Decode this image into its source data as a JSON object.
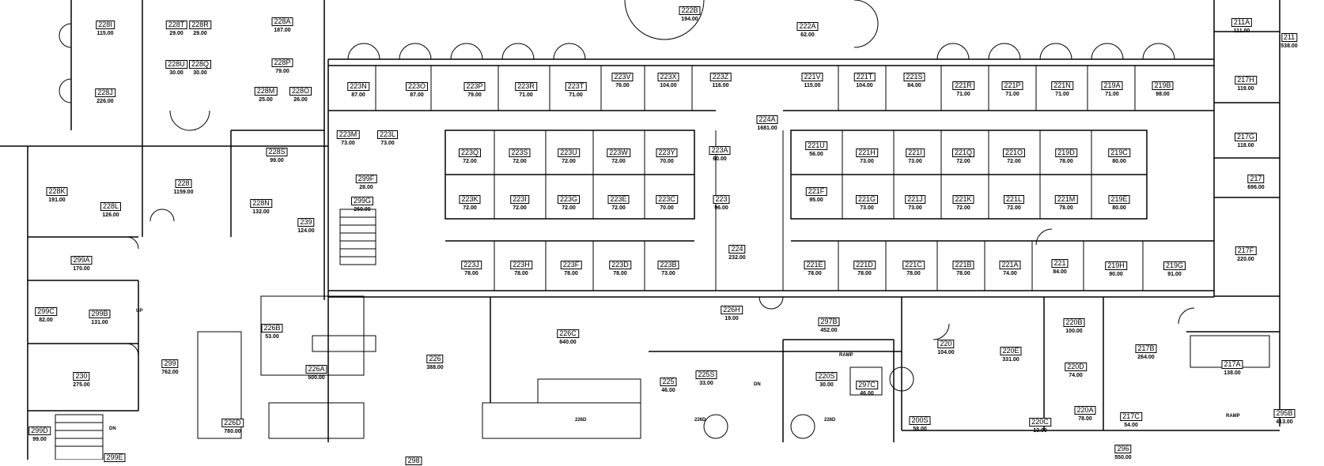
{
  "rooms": [
    {
      "id": "228I",
      "area": "115.00"
    },
    {
      "id": "228T",
      "area": "29.00"
    },
    {
      "id": "228R",
      "area": "29.00"
    },
    {
      "id": "228U",
      "area": "30.00"
    },
    {
      "id": "228Q",
      "area": "30.00"
    },
    {
      "id": "228A",
      "area": "187.00"
    },
    {
      "id": "228P",
      "area": "79.00"
    },
    {
      "id": "228J",
      "area": "226.00"
    },
    {
      "id": "228M",
      "area": "25.00"
    },
    {
      "id": "228O",
      "area": "26.00"
    },
    {
      "id": "228S",
      "area": "99.00"
    },
    {
      "id": "228K",
      "area": "191.00"
    },
    {
      "id": "228L",
      "area": "126.00"
    },
    {
      "id": "228",
      "area": "1159.00"
    },
    {
      "id": "228N",
      "area": "132.00"
    },
    {
      "id": "239",
      "area": "124.00"
    },
    {
      "id": "299F",
      "area": "28.00"
    },
    {
      "id": "299G",
      "area": "260.00"
    },
    {
      "id": "299A",
      "area": "170.00"
    },
    {
      "id": "299C",
      "area": "82.00"
    },
    {
      "id": "299B",
      "area": "131.00"
    },
    {
      "id": "299",
      "area": "762.00"
    },
    {
      "id": "230",
      "area": "275.00"
    },
    {
      "id": "299D",
      "area": "99.00"
    },
    {
      "id": "299E",
      "area": ""
    },
    {
      "id": "226D",
      "area": "780.00"
    },
    {
      "id": "226B",
      "area": "53.00"
    },
    {
      "id": "226A",
      "area": "500.00"
    },
    {
      "id": "226",
      "area": "388.00"
    },
    {
      "id": "226C",
      "area": "640.00"
    },
    {
      "id": "298",
      "area": ""
    },
    {
      "id": "225",
      "area": "46.00"
    },
    {
      "id": "225S",
      "area": "33.00"
    },
    {
      "id": "226H",
      "area": "19.00"
    },
    {
      "id": "222B",
      "area": "194.00"
    },
    {
      "id": "222A",
      "area": "62.00"
    },
    {
      "id": "223N",
      "area": "87.00"
    },
    {
      "id": "223O",
      "area": "87.00"
    },
    {
      "id": "223P",
      "area": "79.00"
    },
    {
      "id": "223R",
      "area": "71.00"
    },
    {
      "id": "223T",
      "area": "71.00"
    },
    {
      "id": "223V",
      "area": "76.00"
    },
    {
      "id": "223X",
      "area": "104.00"
    },
    {
      "id": "223Z",
      "area": "116.00"
    },
    {
      "id": "224A",
      "area": "1681.00"
    },
    {
      "id": "223M",
      "area": "73.00"
    },
    {
      "id": "223L",
      "area": "73.00"
    },
    {
      "id": "223Q",
      "area": "72.00"
    },
    {
      "id": "223S",
      "area": "72.00"
    },
    {
      "id": "223U",
      "area": "72.00"
    },
    {
      "id": "223W",
      "area": "72.00"
    },
    {
      "id": "223Y",
      "area": "70.00"
    },
    {
      "id": "223A",
      "area": "60.00"
    },
    {
      "id": "223K",
      "area": "72.00"
    },
    {
      "id": "223I",
      "area": "72.00"
    },
    {
      "id": "223G",
      "area": "72.00"
    },
    {
      "id": "223E",
      "area": "72.00"
    },
    {
      "id": "223C",
      "area": "70.00"
    },
    {
      "id": "223",
      "area": "96.00"
    },
    {
      "id": "224",
      "area": "232.00"
    },
    {
      "id": "223J",
      "area": "78.00"
    },
    {
      "id": "223H",
      "area": "78.00"
    },
    {
      "id": "223F",
      "area": "78.00"
    },
    {
      "id": "223D",
      "area": "78.00"
    },
    {
      "id": "223B",
      "area": "73.00"
    },
    {
      "id": "221V",
      "area": "115.00"
    },
    {
      "id": "221T",
      "area": "104.00"
    },
    {
      "id": "221S",
      "area": "84.00"
    },
    {
      "id": "221R",
      "area": "71.00"
    },
    {
      "id": "221P",
      "area": "71.00"
    },
    {
      "id": "221N",
      "area": "71.00"
    },
    {
      "id": "219A",
      "area": "71.00"
    },
    {
      "id": "219B",
      "area": "98.00"
    },
    {
      "id": "221U",
      "area": "56.00"
    },
    {
      "id": "221H",
      "area": "73.00"
    },
    {
      "id": "221I",
      "area": "73.00"
    },
    {
      "id": "221Q",
      "area": "72.00"
    },
    {
      "id": "221O",
      "area": "72.00"
    },
    {
      "id": "219D",
      "area": "78.00"
    },
    {
      "id": "219C",
      "area": "80.00"
    },
    {
      "id": "221F",
      "area": "95.00"
    },
    {
      "id": "221G",
      "area": "73.00"
    },
    {
      "id": "221J",
      "area": "73.00"
    },
    {
      "id": "221K",
      "area": "72.00"
    },
    {
      "id": "221L",
      "area": "72.00"
    },
    {
      "id": "221M",
      "area": "78.00"
    },
    {
      "id": "219E",
      "area": "80.00"
    },
    {
      "id": "221E",
      "area": "78.00"
    },
    {
      "id": "221D",
      "area": "78.00"
    },
    {
      "id": "221C",
      "area": "78.00"
    },
    {
      "id": "221B",
      "area": "78.00"
    },
    {
      "id": "221A",
      "area": "74.00"
    },
    {
      "id": "221",
      "area": "84.00"
    },
    {
      "id": "219H",
      "area": "90.00"
    },
    {
      "id": "219G",
      "area": "91.00"
    },
    {
      "id": "297B",
      "area": "452.00"
    },
    {
      "id": "220",
      "area": "104.00"
    },
    {
      "id": "220E",
      "area": "331.00"
    },
    {
      "id": "220B",
      "area": "100.00"
    },
    {
      "id": "217B",
      "area": "264.00"
    },
    {
      "id": "220D",
      "area": "74.00"
    },
    {
      "id": "220S",
      "area": "30.00"
    },
    {
      "id": "297C",
      "area": "46.00"
    },
    {
      "id": "200S",
      "area": "58.00"
    },
    {
      "id": "220A",
      "area": "78.00"
    },
    {
      "id": "220C",
      "area": "13.00"
    },
    {
      "id": "217C",
      "area": "54.00"
    },
    {
      "id": "296",
      "area": "550.00"
    },
    {
      "id": "211A",
      "area": "111.00"
    },
    {
      "id": "211",
      "area": "538.00"
    },
    {
      "id": "217H",
      "area": "119.00"
    },
    {
      "id": "217G",
      "area": "118.00"
    },
    {
      "id": "217",
      "area": "696.00"
    },
    {
      "id": "217F",
      "area": "220.00"
    },
    {
      "id": "217A",
      "area": "138.00"
    },
    {
      "id": "295B",
      "area": "413.00"
    }
  ],
  "notes": [
    {
      "id": "up",
      "text": "UP"
    },
    {
      "id": "dn1",
      "text": "DN"
    },
    {
      "id": "dn2",
      "text": "DN"
    },
    {
      "id": "ramp1",
      "text": "RAMP"
    },
    {
      "id": "ramp2",
      "text": "RAMP"
    },
    {
      "id": "lbl226d1",
      "text": "226D"
    },
    {
      "id": "lbl226d2",
      "text": "226D"
    },
    {
      "id": "lbl226d3",
      "text": "226D"
    }
  ]
}
